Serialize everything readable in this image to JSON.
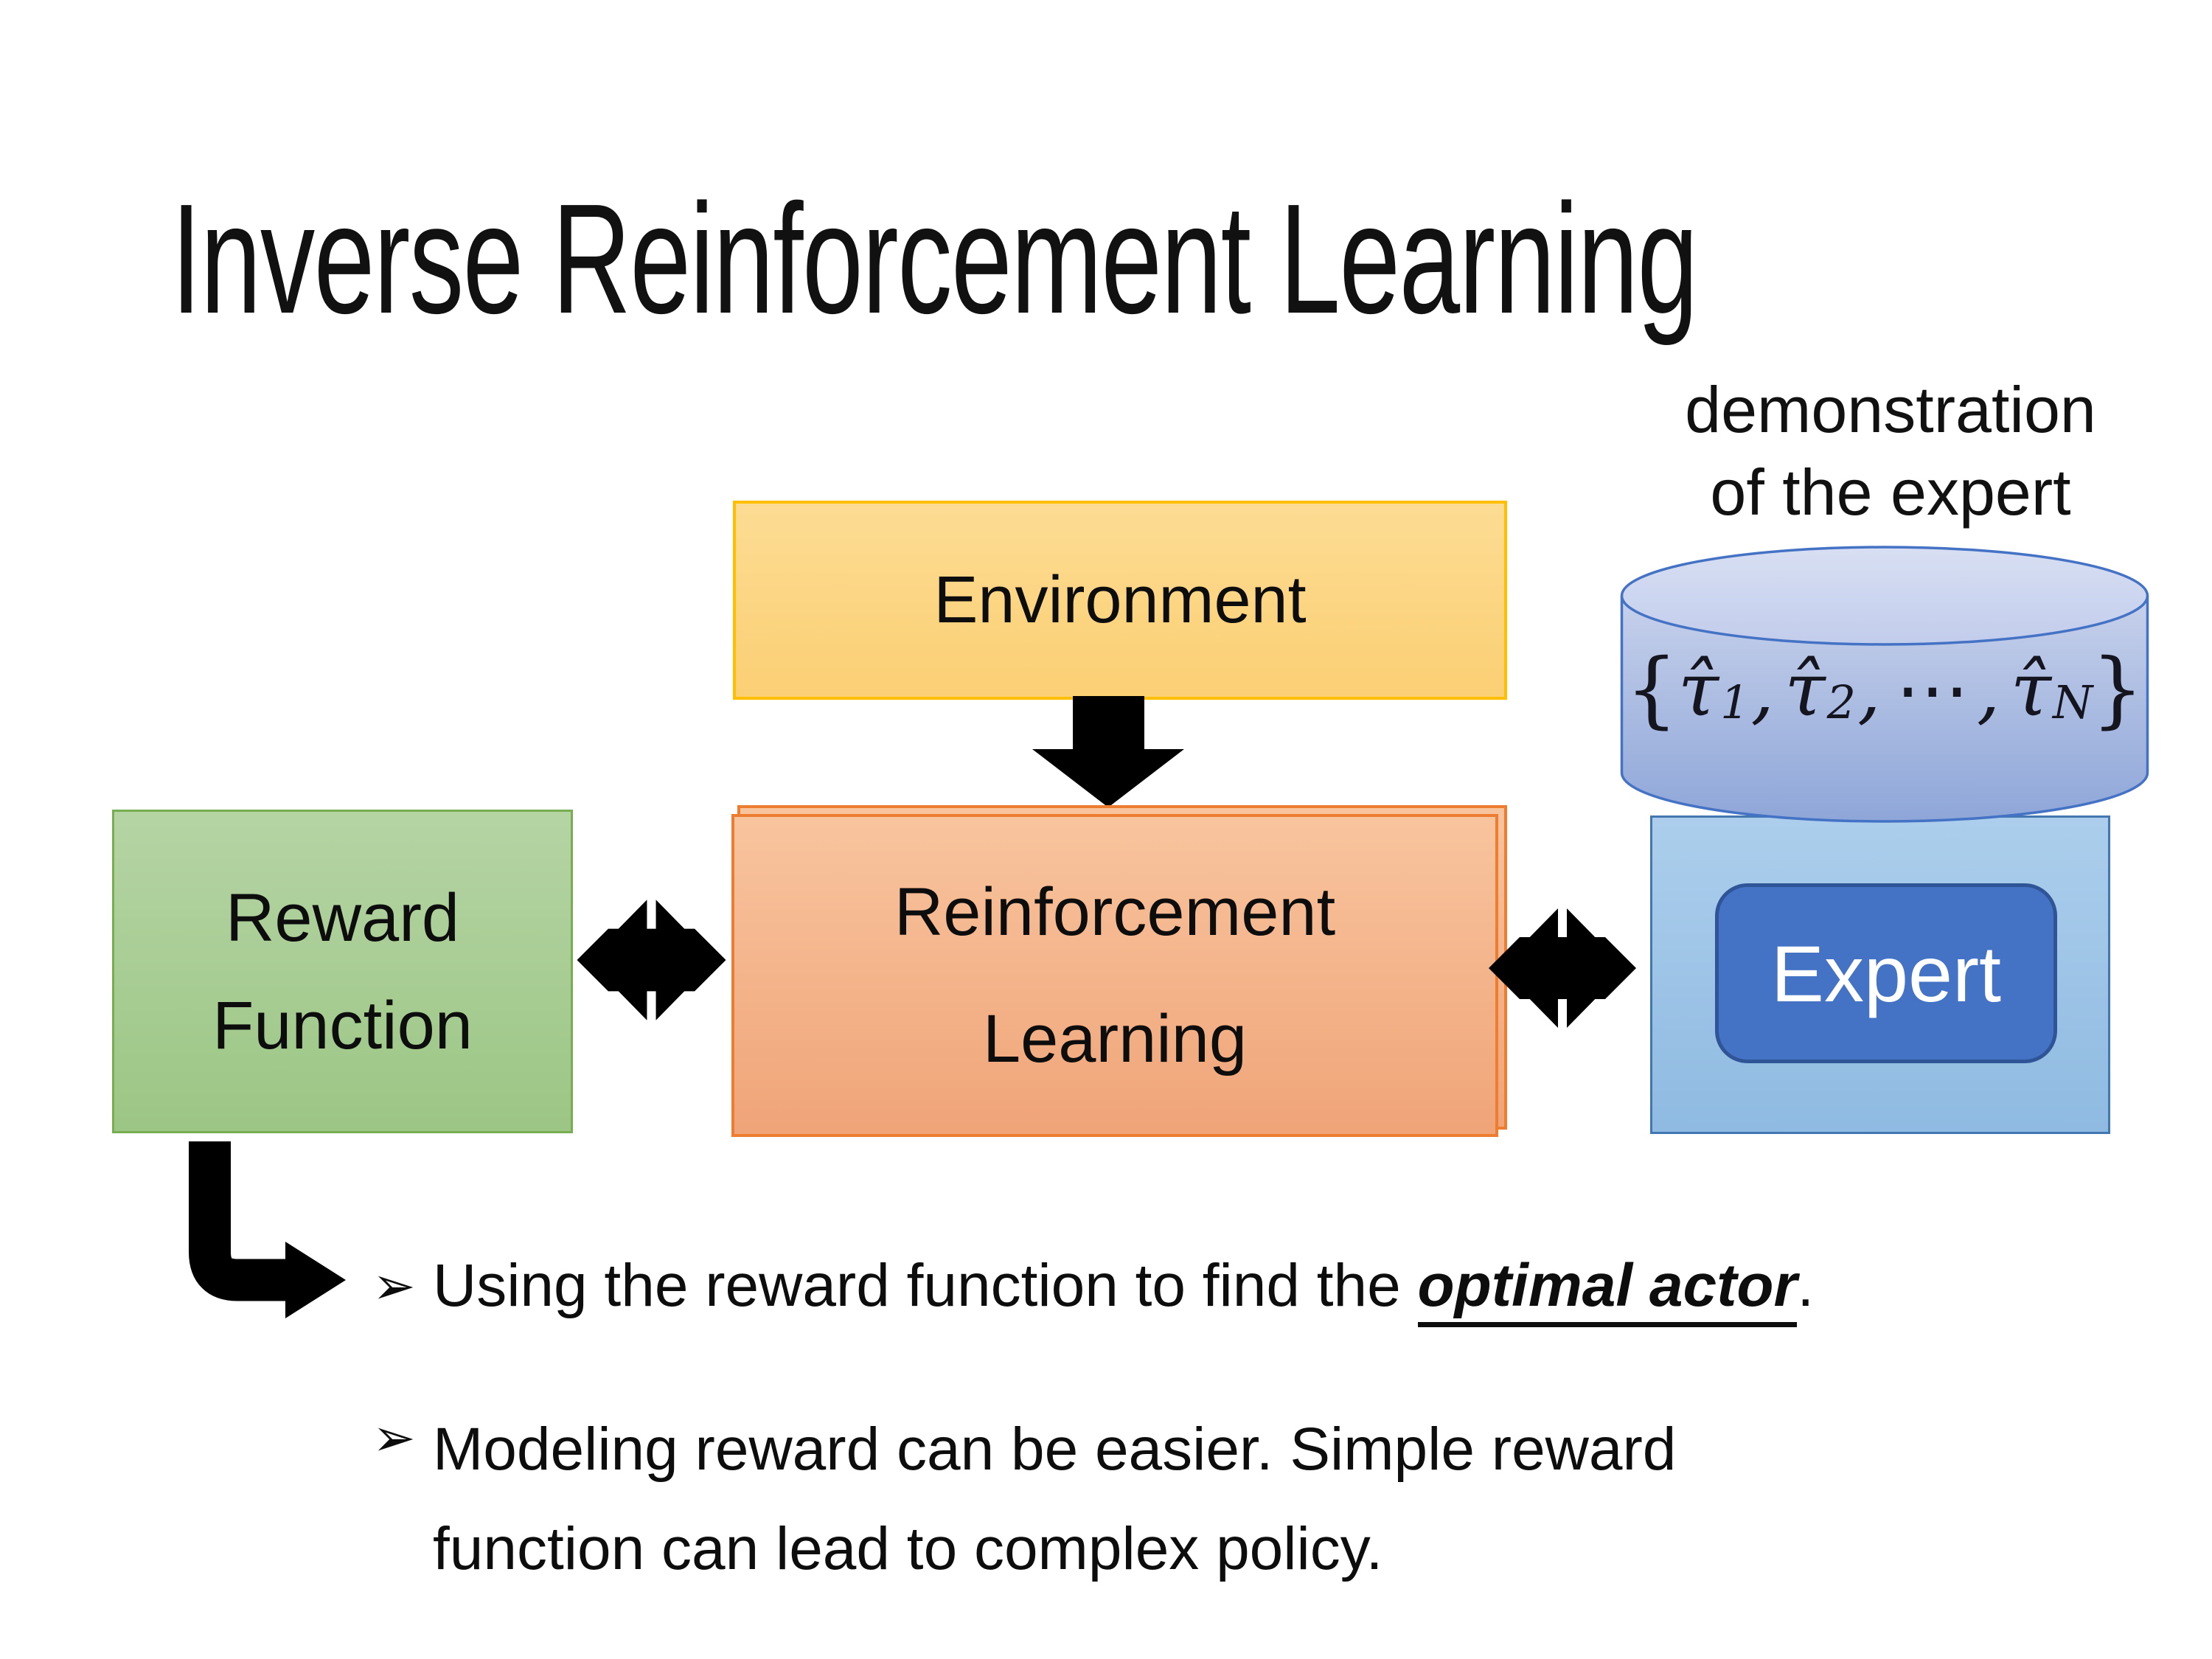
{
  "slide": {
    "title": "Inverse Reinforcement Learning",
    "demo_label": {
      "line1": "demonstration",
      "line2": "of the expert"
    },
    "boxes": {
      "environment": {
        "label": "Environment",
        "fill_top": "#FCDC93",
        "fill_bottom": "#FBCF74",
        "border": "#FFBF00"
      },
      "reward_function": {
        "line1": "Reward",
        "line2": "Function",
        "fill_top": "#B5D4A4",
        "fill_bottom": "#9CC685",
        "border": "#79AD52"
      },
      "reinforcement_learning": {
        "line1": "Reinforcement",
        "line2": "Learning",
        "fill_top": "#F8C49E",
        "fill_bottom": "#F0A478",
        "border": "#EC7D31"
      },
      "expert_panel": {
        "fill_top": "#ACCEEC",
        "fill_bottom": "#8FBAE1",
        "border": "#4377AF"
      },
      "expert": {
        "label": "Expert",
        "fill": "#4472C4",
        "border": "#2F5597",
        "text_color": "#FFFFFF"
      }
    },
    "database": {
      "formula": {
        "open": "{",
        "t1": {
          "base": "τ̂",
          "sub": "1"
        },
        "sep1": ",",
        "t2": {
          "base": "τ̂",
          "sub": "2"
        },
        "dots": "⋯",
        "sep2": ",",
        "tN": {
          "base": "τ̂",
          "sub": "N"
        },
        "close": "}"
      },
      "fill_top": "#CED8F0",
      "fill_bottom": "#8EA6D8",
      "stroke": "#4472C4"
    },
    "bullets": {
      "marker": "➢",
      "b1": {
        "prefix": "Using the reward function to find the ",
        "emphasis": "optimal actor",
        "suffix": "."
      },
      "b2": {
        "line1": "Modeling reward can be easier. Simple reward",
        "line2": "function can lead to complex policy."
      }
    },
    "arrow_color": "#000000"
  }
}
